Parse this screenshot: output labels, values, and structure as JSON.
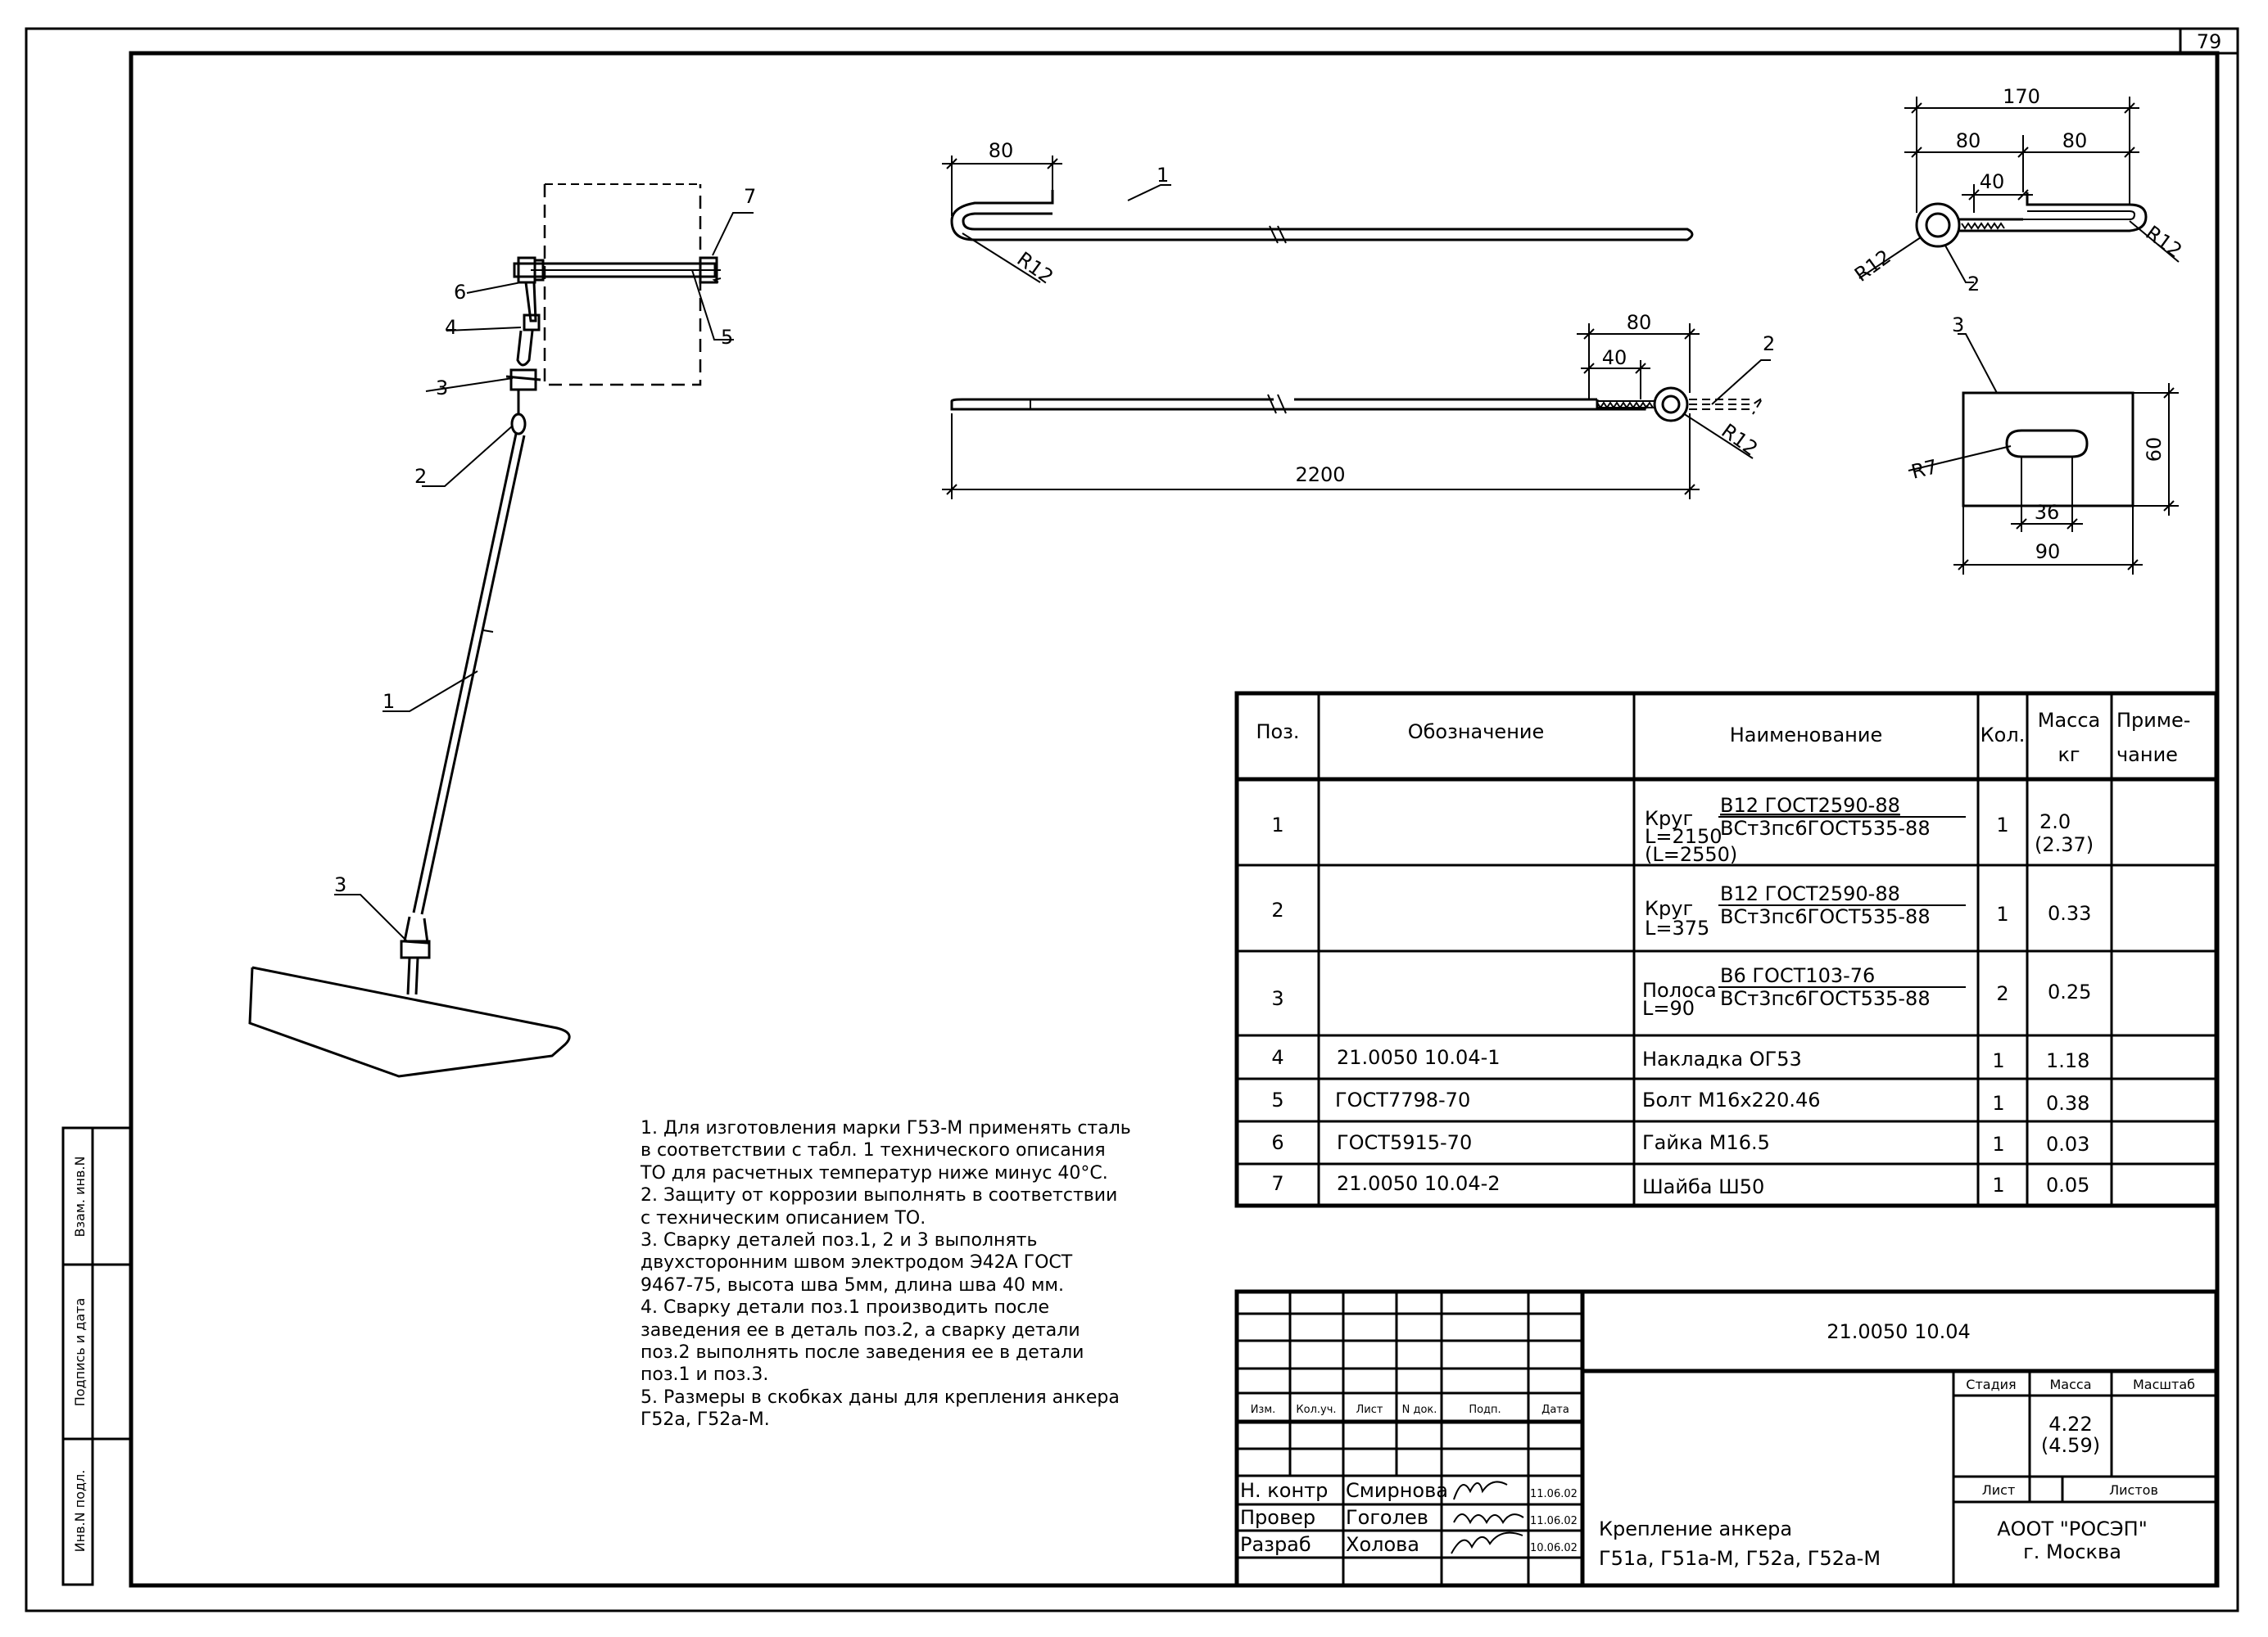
{
  "sheet_number": "79",
  "side_stamp": {
    "inv_vzam": "Взам. инв.N",
    "podpis_data": "Подпись и дата",
    "inv_podl": "Инв.N подл."
  },
  "drawing": {
    "callouts": [
      "1",
      "2",
      "3",
      "3",
      "4",
      "5",
      "6",
      "7"
    ],
    "part1_top": {
      "dim_hook": "80",
      "radius": "R12",
      "callout": "1"
    },
    "part1_side": {
      "dim_total": "80",
      "dim_weld": "40",
      "length": "2200",
      "radius": "R12",
      "callout": "2"
    },
    "part2": {
      "dim_overall": "170",
      "dim_left": "80",
      "dim_right": "80",
      "dim_weld": "40",
      "radius_left": "R12",
      "radius_right": "R12",
      "callout": "2"
    },
    "part3": {
      "callout": "3",
      "radius": "R7",
      "height": "60",
      "slot": "36",
      "width": "90"
    }
  },
  "spec_table": {
    "headers": {
      "pos": "Поз.",
      "designation": "Обозначение",
      "name": "Наименование",
      "qty": "Кол.",
      "mass_line1": "Масса",
      "mass_line2": "кг",
      "note_line1": "Приме-",
      "note_line2": "чание"
    },
    "rows": [
      {
        "pos": "1",
        "designation": "",
        "name_prefix": "Круг",
        "name_len": "L=2150",
        "name_len2": "(L=2550)",
        "name_top": "В12 ГОСТ2590-88",
        "name_bottom": "ВСт3пс6ГОСТ535-88",
        "qty": "1",
        "mass": "2.0",
        "mass2": "(2.37)",
        "note": ""
      },
      {
        "pos": "2",
        "designation": "",
        "name_prefix": "Круг",
        "name_len": "L=375",
        "name_len2": "",
        "name_top": "В12 ГОСТ2590-88",
        "name_bottom": "ВСт3пс6ГОСТ535-88",
        "qty": "1",
        "mass": "0.33",
        "mass2": "",
        "note": ""
      },
      {
        "pos": "3",
        "designation": "",
        "name_prefix": "Полоса",
        "name_len": "L=90",
        "name_len2": "",
        "name_top": "В6 ГОСТ103-76",
        "name_bottom": "ВСт3пс6ГОСТ535-88",
        "qty": "2",
        "mass": "0.25",
        "mass2": "",
        "note": ""
      },
      {
        "pos": "4",
        "designation": "21.0050 10.04-1",
        "name": "Накладка ОГ53",
        "qty": "1",
        "mass": "1.18",
        "note": ""
      },
      {
        "pos": "5",
        "designation": "ГОСТ7798-70",
        "name": "Болт М16х220.46",
        "qty": "1",
        "mass": "0.38",
        "note": ""
      },
      {
        "pos": "6",
        "designation": "ГОСТ5915-70",
        "name": "Гайка М16.5",
        "qty": "1",
        "mass": "0.03",
        "note": ""
      },
      {
        "pos": "7",
        "designation": "21.0050 10.04-2",
        "name": "Шайба Ш50",
        "qty": "1",
        "mass": "0.05",
        "note": ""
      }
    ]
  },
  "notes": [
    "1. Для изготовления марки Г53-М применять сталь",
    "в соответствии с табл. 1 технического описания",
    "ТО для расчетных температур ниже минус 40°С.",
    "2. Защиту от коррозии выполнять в соответствии",
    "с техническим описанием ТО.",
    "3. Сварку деталей поз.1, 2 и 3 выполнять",
    "двухсторонним швом электродом Э42А ГОСТ",
    "9467-75, высота шва 5мм, длина шва 40 мм.",
    "4. Сварку детали поз.1 производить после",
    "заведения ее в деталь поз.2, а сварку детали",
    "поз.2 выполнять после заведения ее в детали",
    "поз.1 и поз.3.",
    "5. Размеры в скобках даны для крепления анкера",
    "Г52а, Г52а-М."
  ],
  "title_block": {
    "doc_code": "21.0050 10.04",
    "col_headers": [
      "Изм.",
      "Кол.уч.",
      "Лист",
      "N док.",
      "Подп.",
      "Дата"
    ],
    "stage_label": "Стадия",
    "mass_label": "Масса",
    "scale_label": "Масштаб",
    "mass_value": "4.22",
    "mass_value2": "(4.59)",
    "sheet_label": "Лист",
    "sheets_label": "Листов",
    "roles": [
      {
        "role": "Н. контр",
        "name": "Смирнова",
        "date": "11.06.02"
      },
      {
        "role": "Провер",
        "name": "Гоголев",
        "date": "11.06.02"
      },
      {
        "role": "Разраб",
        "name": "Холова",
        "date": "10.06.02"
      }
    ],
    "title_line1": "Крепление анкера",
    "title_line2": "Г51а, Г51а-М, Г52а, Г52а-М",
    "org_line1": "АООТ \"РОСЭП\"",
    "org_line2": "г. Москва"
  }
}
